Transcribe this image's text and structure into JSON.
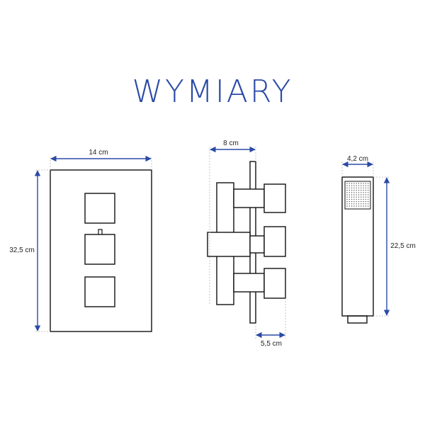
{
  "title": "WYMIARY",
  "colors": {
    "title": "#2a4aa6",
    "dimension_arrow": "#2a4aa6",
    "outline": "#111111",
    "guide": "#b8b8b8"
  },
  "front_view": {
    "width_label": "14 cm",
    "height_label": "32,5 cm"
  },
  "side_view": {
    "depth_label": "8 cm",
    "knob_depth_label": "5,5 cm"
  },
  "hand_shower": {
    "width_label": "4,2 cm",
    "height_label": "22,5 cm"
  }
}
